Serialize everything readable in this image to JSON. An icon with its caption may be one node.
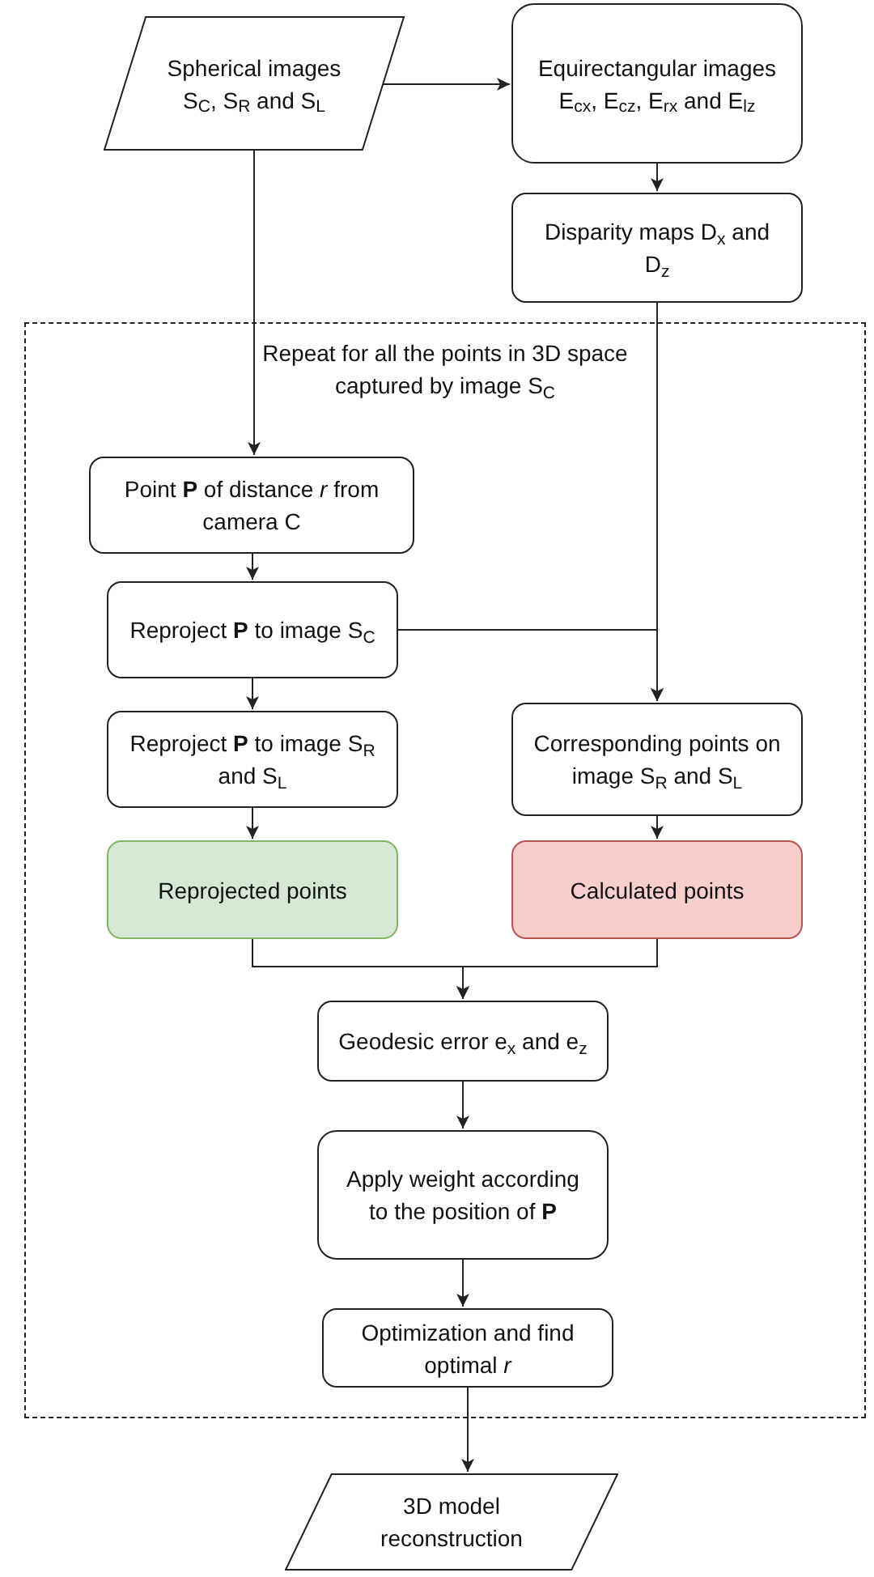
{
  "diagram": {
    "nodes": [
      {
        "text": [
          "Spherical images S$_{C}$, S$_{R}$ and S$_{L}$"
        ]
      },
      {
        "text": [
          "Equirectangular images E$_{cx}$, E$_{cz}$, E$_{rx}$ and E$_{lz}$"
        ]
      },
      {
        "text": [
          "Disparity maps D$_{x}$ and D$_{z}$"
        ]
      },
      {
        "text": [
          "Repeat for all the points in 3D space captured by image S$_{C}$"
        ]
      },
      {
        "text": [
          "Point **P** of distance *r* from camera C"
        ],
        "in": 3
      },
      {
        "text": [
          "Reproject **P** to image S$_{C}$"
        ],
        "in": 3
      },
      {
        "text": [
          "Reproject **P** to image S$_{R}$ and S$_{L}$"
        ],
        "in": 3
      },
      {
        "text": [
          "Corresponding points on image S$_{R}$ and S$_{L}$"
        ],
        "in": 3
      },
      {
        "text": [
          "Reprojected points"
        ],
        "in": 3
      },
      {
        "text": [
          "Calculated points"
        ],
        "in": 3
      },
      {
        "text": [
          "Geodesic error e$_{x}$ and e$_{z}$"
        ],
        "in": 3
      },
      {
        "text": [
          "Apply weight according to the position of **P**"
        ],
        "in": 3
      },
      {
        "text": [
          "Optimization and find optimal *r*"
        ],
        "in": 3
      },
      {
        "text": [
          "3D model reconstruction"
        ]
      }
    ],
    "edges": [
      {
        "from": 0,
        "to": 1,
        "arrow": "to"
      },
      {
        "from": 1,
        "to": 2,
        "arrow": "to"
      },
      {
        "from": 0,
        "to": 4,
        "arrow": "to"
      },
      {
        "from": 2,
        "to": 7,
        "arrow": "to"
      },
      {
        "from": 5,
        "to": 7,
        "arrow": "to"
      },
      {
        "from": 4,
        "to": 5,
        "arrow": "to"
      },
      {
        "from": 5,
        "to": 6,
        "arrow": "to"
      },
      {
        "from": 6,
        "to": 8,
        "arrow": "to"
      },
      {
        "from": 7,
        "to": 9,
        "arrow": "to"
      },
      {
        "from": 8,
        "to": 10,
        "arrow": "to"
      },
      {
        "from": 9,
        "to": 10,
        "arrow": "to"
      },
      {
        "from": 10,
        "to": 11,
        "arrow": "to"
      },
      {
        "from": 11,
        "to": 12,
        "arrow": "to"
      },
      {
        "from": 12,
        "to": 13,
        "arrow": "to"
      }
    ]
  }
}
